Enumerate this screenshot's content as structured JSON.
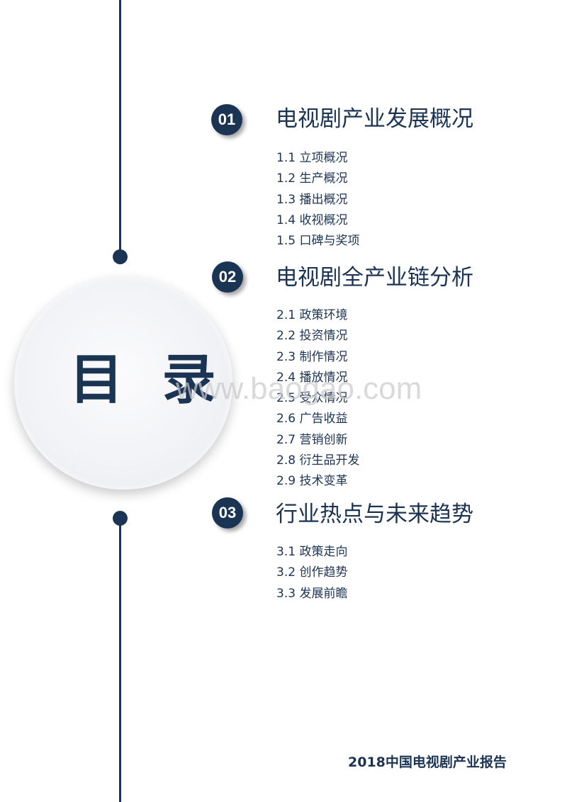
{
  "page": {
    "heading": "目 录",
    "watermark": "www.baogao.com",
    "footer": "2018中国电视剧产业报告"
  },
  "sections": [
    {
      "number": "01",
      "title": "电视剧产业发展概况",
      "items": [
        "1.1 立项概况",
        "1.2 生产概况",
        "1.3 播出概况",
        "1.4 收视概况",
        "1.5 口碑与奖项"
      ]
    },
    {
      "number": "02",
      "title": "电视剧全产业链分析",
      "items": [
        "2.1 政策环境",
        "2.2 投资情况",
        "2.3 制作情况",
        "2.4 播放情况",
        "2.5 受众情况",
        "2.6 广告收益",
        "2.7 营销创新",
        "2.8 衍生品开发",
        "2.9 技术变革"
      ]
    },
    {
      "number": "03",
      "title": "行业热点与未来趋势",
      "items": [
        "3.1 政策走向",
        "3.2 创作趋势",
        "3.3 发展前瞻"
      ]
    }
  ],
  "colors": {
    "primary": "#1c3454",
    "circle": "#f2f3f6",
    "watermark": "#c9c9cc"
  }
}
